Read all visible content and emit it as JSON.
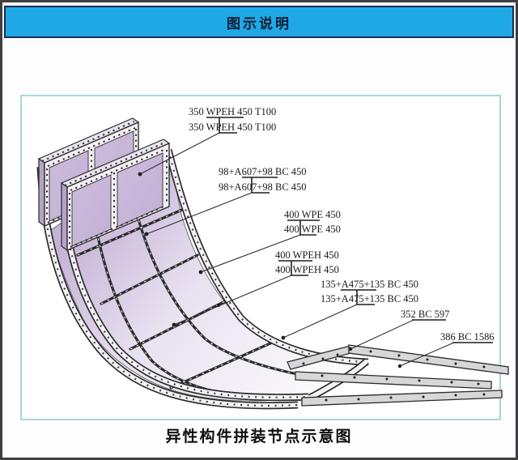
{
  "header": {
    "title": "图示说明"
  },
  "caption": "异性构件拼装节点示意图",
  "annotations": [
    {
      "id": "ann-350-wpeh",
      "lines": [
        "350 WPEH 450 T100",
        "350 WPEH 450 T100"
      ]
    },
    {
      "id": "ann-98-a607",
      "lines": [
        "98+A607+98 BC 450",
        "98+A607+98 BC 450"
      ]
    },
    {
      "id": "ann-400-wpe",
      "lines": [
        "400 WPE 450",
        "400 WPE 450"
      ]
    },
    {
      "id": "ann-400-wpeh",
      "lines": [
        "400 WPEH 450",
        "400 WPEH 450"
      ]
    },
    {
      "id": "ann-135-a475",
      "lines": [
        "135+A475+135 BC 450",
        "135+A475+135 BC 450"
      ]
    },
    {
      "id": "ann-352-bc",
      "lines": [
        "352 BC 597"
      ]
    },
    {
      "id": "ann-386-bc",
      "lines": [
        "386 BC 1586"
      ]
    }
  ],
  "colors": {
    "header_bg": "#1ea9e6",
    "header_border": "#1d2b4f",
    "frame_border": "#a6d8d8",
    "panel_purple": "#c9b8da",
    "surface_purple": "#c5b3d6",
    "beam_gray": "#d7d7d7",
    "line_dark": "#2b2b2b"
  }
}
